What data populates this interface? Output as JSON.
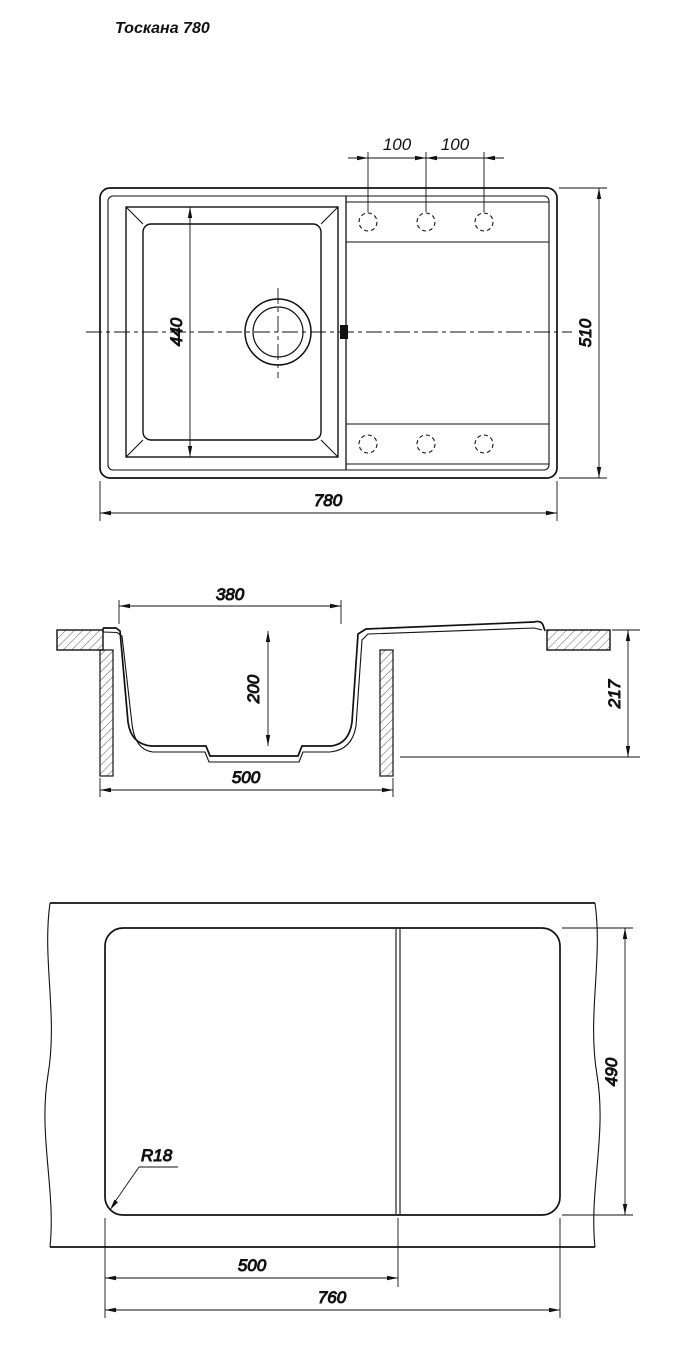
{
  "title": "Тоскана 780",
  "drawing_type": "sink-technical-drawing",
  "dims": {
    "top_pitch_left": "100",
    "top_pitch_right": "100",
    "top_bowl_length": "440",
    "top_overall_depth": "510",
    "top_overall_width": "780",
    "sec_bowl_top_width": "380",
    "sec_bowl_depth": "200",
    "sec_height": "217",
    "sec_bowl_outer_width": "500",
    "cut_depth": "490",
    "cut_divider_offset": "500",
    "cut_width": "760",
    "cut_corner_radius": "R18"
  }
}
